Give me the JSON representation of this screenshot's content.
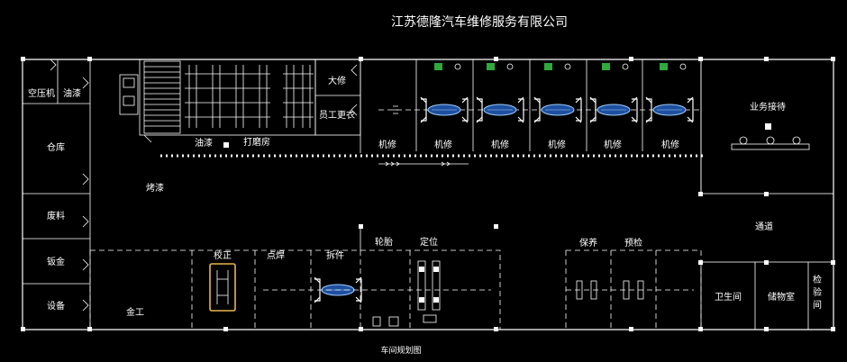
{
  "title": "江苏德隆汽车维修服务有限公司",
  "caption": "车间规划图",
  "rooms": {
    "compressor": "空压机",
    "oil_store": "油漆",
    "warehouse": "仓库",
    "paint_bake": "烤漆",
    "waste": "废料",
    "sheet_metal": "钣金",
    "equipment": "设备",
    "paint": "油漆",
    "sanding": "打磨房",
    "overhaul": "大修",
    "staff_locker": "员工更衣",
    "mech_labels": [
      "机修",
      "机修",
      "机修",
      "机修",
      "机修",
      "机修"
    ],
    "reception": "业务接待",
    "passage": "通道",
    "metalwork": "金工",
    "calibration": "校正",
    "spot_weld": "点焊",
    "disassembly": "拆件",
    "tire": "轮胎",
    "alignment": "定位",
    "maintenance": "保养",
    "pre_check": "预检",
    "restroom": "卫生间",
    "storage": "储物室",
    "inspection": "检\n验\n间"
  },
  "colors": {
    "line": "#ffffff",
    "car": "#1f4f9f",
    "car_outline": "#9fd0ff",
    "marker": "#2faa3c",
    "calib": "#e8b64c"
  }
}
